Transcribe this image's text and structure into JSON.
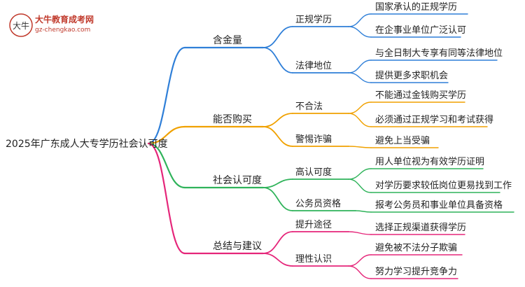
{
  "logo": {
    "title": "大牛教育成考网",
    "url": "gz-chengkao.com",
    "mark": "大牛",
    "color": "#c0392b"
  },
  "root": {
    "label": "2025年广东成人大专学历社会认可度"
  },
  "branches": [
    {
      "label": "含金量",
      "color": "#2f7fd8",
      "children": [
        {
          "label": "正规学历",
          "leaves": [
            "国家承认的正规学历",
            "在企事业单位广泛认可"
          ]
        },
        {
          "label": "法律地位",
          "leaves": [
            "与全日制大专享有同等法律地位",
            "提供更多求职机会"
          ]
        }
      ]
    },
    {
      "label": "能否购买",
      "color": "#f0a100",
      "children": [
        {
          "label": "不合法",
          "leaves": [
            "不能通过金钱购买学历",
            "必须通过正规学习和考试获得"
          ]
        },
        {
          "label": "警惕诈骗",
          "leaves": [
            "避免上当受骗"
          ]
        }
      ]
    },
    {
      "label": "社会认可度",
      "color": "#2fb35a",
      "children": [
        {
          "label": "高认可度",
          "leaves": [
            "用人单位视为有效学历证明",
            "对学历要求较低岗位更易找到工作"
          ]
        },
        {
          "label": "公务员资格",
          "leaves": [
            "报考公务员和事业单位具备资格"
          ]
        }
      ]
    },
    {
      "label": "总结与建议",
      "color": "#e5267a",
      "children": [
        {
          "label": "提升途径",
          "leaves": [
            "选择正规渠道获得学历"
          ]
        },
        {
          "label": "理性认识",
          "leaves": [
            "避免被不法分子欺骗",
            "努力学习提升竞争力"
          ]
        }
      ]
    }
  ]
}
